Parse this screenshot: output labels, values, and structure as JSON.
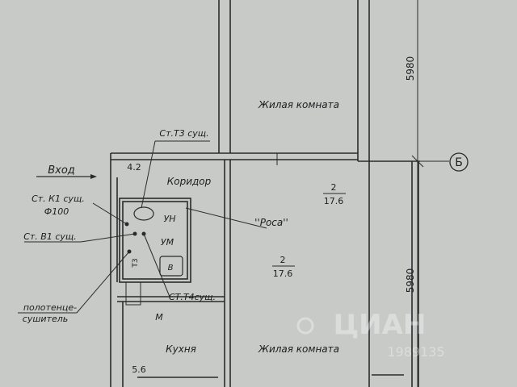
{
  "plan": {
    "rooms": [
      {
        "name": "Жилая комната"
      },
      {
        "name": "Коридор"
      },
      {
        "name": "Кухня"
      },
      {
        "name": "Жилая комната"
      }
    ],
    "room_areas": [
      {
        "index": "2",
        "area": "17.6"
      },
      {
        "index": "2",
        "area": "17.6"
      },
      {
        "index": "",
        "area": "4.2"
      },
      {
        "index": "",
        "area": "5.6"
      }
    ],
    "entrance": "Вход",
    "axis_label": "Б",
    "dimensions": [
      "5980",
      "5980"
    ],
    "fixtures": {
      "toilet": "УН",
      "sink": "УМ",
      "bath": "В",
      "stove": "М"
    },
    "callouts": {
      "t3": "Ст.Т3 сущ.",
      "k1_line1": "Ст. К1 сущ.",
      "k1_line2": "Ф100",
      "b1": "Ст. В1 сущ.",
      "t4": "СТ.Т4сущ.",
      "rosa": "''Роса''",
      "towel_line1": "полотенце-",
      "towel_line2": "сушитель",
      "riser_t3": "Т3"
    },
    "watermark": {
      "text": "ЦИАН",
      "id": "1989135"
    }
  }
}
